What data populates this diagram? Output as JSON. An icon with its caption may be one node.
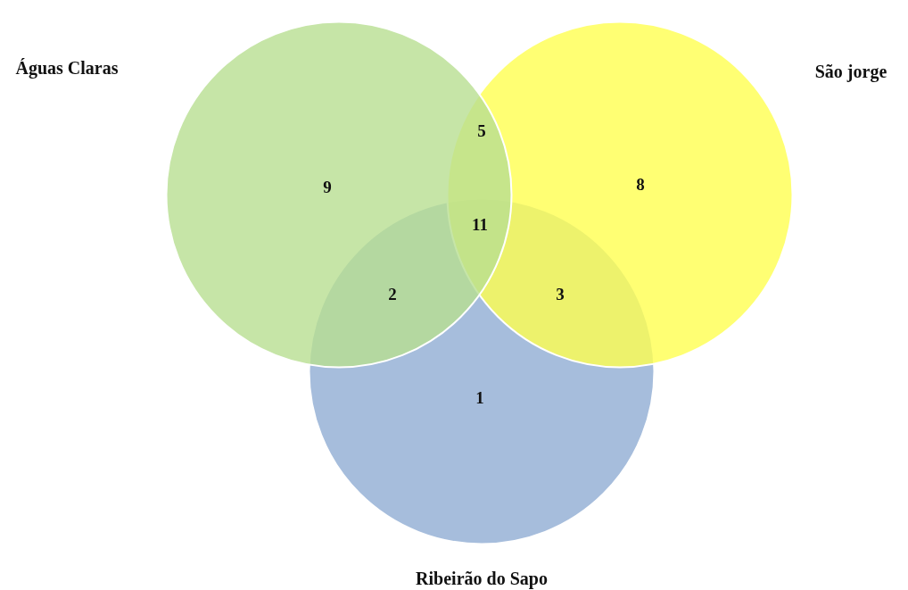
{
  "diagram": {
    "nodes": [
      {
        "text": [
          "Águas Claras",
          "9"
        ]
      },
      {
        "text": [
          "São jorge",
          "8"
        ]
      },
      {
        "text": [
          "1",
          "Ribeirão do Sapo"
        ]
      }
    ],
    "labels": [
      "5",
      "11",
      "2",
      "3"
    ]
  }
}
